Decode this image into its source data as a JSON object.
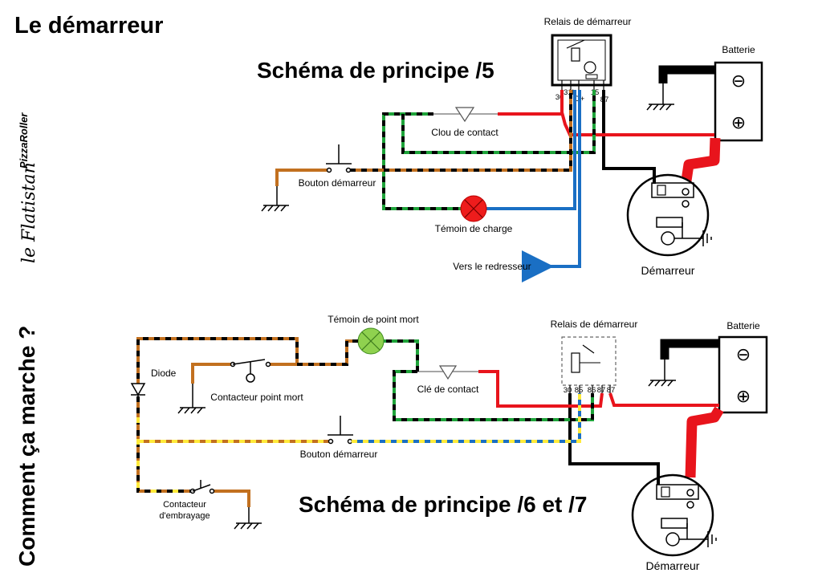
{
  "page_title": "Le démarreur",
  "side_text": "Comment ça marche ?",
  "logo": {
    "script": "le Flatistan",
    "brand": "PizzaRoller"
  },
  "top": {
    "title": "Schéma de principe /5",
    "labels": {
      "relay": "Relais de démarreur",
      "battery": "Batterie",
      "key": "Clou de contact",
      "start_button": "Bouton démarreur",
      "charge_lamp": "Témoin de charge",
      "rectifier": "Vers le redresseur",
      "starter": "Démarreur"
    },
    "terminals": [
      "30",
      "31b",
      "D+",
      "15",
      "87"
    ],
    "battery_minus": "⊖",
    "battery_plus": "⊕"
  },
  "bottom": {
    "title": "Schéma de principe /6 et /7",
    "labels": {
      "neutral_lamp": "Témoin de point mort",
      "relay": "Relais de démarreur",
      "battery": "Batterie",
      "diode": "Diode",
      "neutral_switch": "Contacteur point mort",
      "key": "Clé de contact",
      "start_button": "Bouton démarreur",
      "clutch_switch_line1": "Contacteur",
      "clutch_switch_line2": "d'embrayage",
      "starter": "Démarreur"
    },
    "terminals": [
      "30",
      "85",
      "86",
      "87",
      "87"
    ],
    "battery_minus": "⊖",
    "battery_plus": "⊕"
  },
  "colors": {
    "red": "#e8141c",
    "black": "#000000",
    "brown": "#c2701f",
    "green": "#1fa33a",
    "blue": "#1a6fc4",
    "yellow": "#ffea3a",
    "lamp_red": "#ee1c1c",
    "lamp_green": "#8fd14f"
  }
}
